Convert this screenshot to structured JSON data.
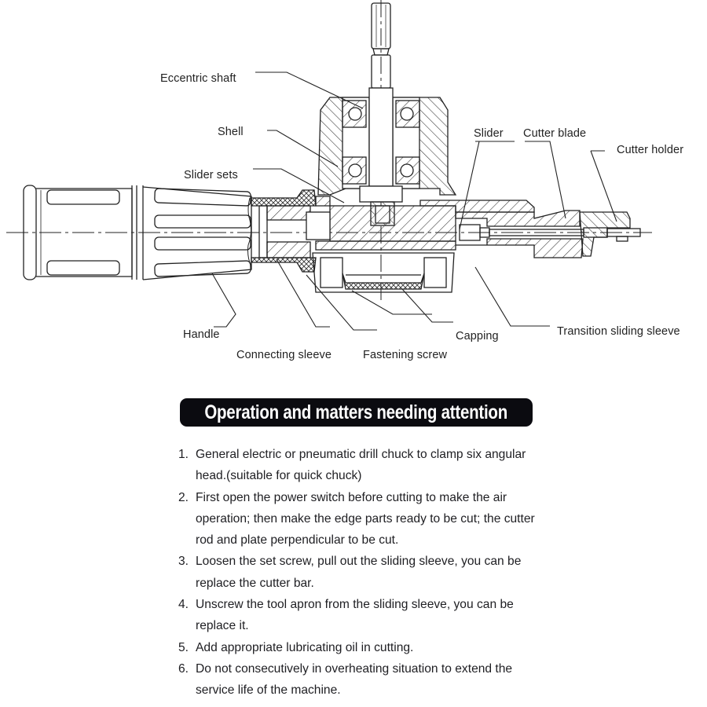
{
  "diagram": {
    "labels": {
      "eccentric_shaft": "Eccentric shaft",
      "shell": "Shell",
      "slider_sets": "Slider sets",
      "slider": "Slider",
      "cutter_blade": "Cutter blade",
      "cutter_holder": "Cutter holder",
      "handle": "Handle",
      "connecting_sleeve": "Connecting sleeve",
      "fastening_screw": "Fastening screw",
      "capping": "Capping",
      "transition_sliding_sleeve": "Transition sliding sleeve"
    }
  },
  "section": {
    "title": "Operation and matters needing attention",
    "steps": [
      {
        "num": "1.",
        "text": "General electric or pneumatic drill chuck to clamp six angular head.(suitable for quick chuck)"
      },
      {
        "num": "2.",
        "text": "First open the power switch before cutting to make the air operation; then make the edge parts ready to be cut; the cutter rod and plate perpendicular to be cut."
      },
      {
        "num": "3.",
        "text": "Loosen the set screw, pull out the sliding sleeve, you can be replace the cutter bar."
      },
      {
        "num": "4.",
        "text": "Unscrew the tool apron from the sliding sleeve, you can be replace it."
      },
      {
        "num": "5.",
        "text": "Add appropriate lubricating oil in cutting."
      },
      {
        "num": "6.",
        "text": "Do not consecutively in overheating situation to extend the service life of the machine."
      }
    ]
  }
}
